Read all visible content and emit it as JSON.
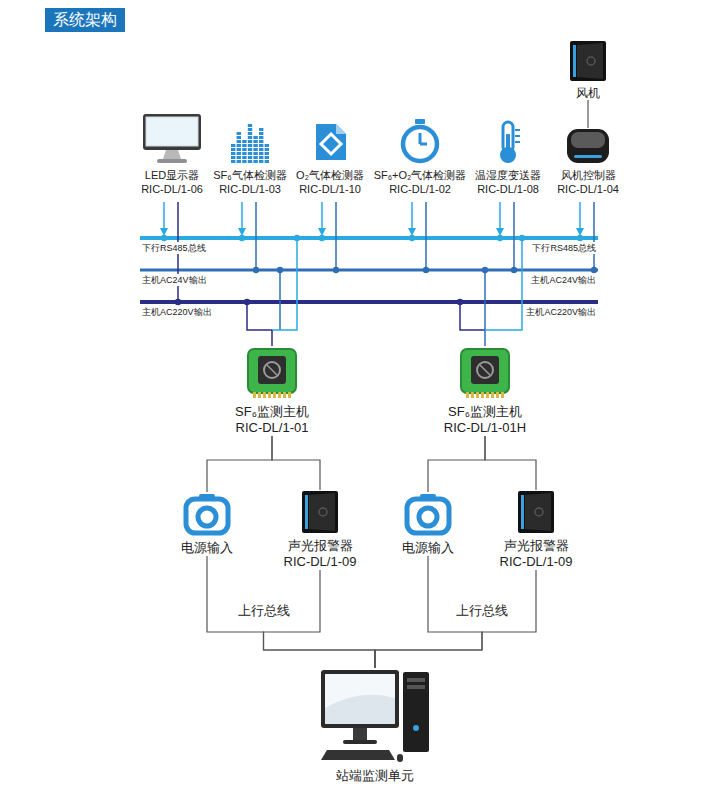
{
  "diagram": {
    "title": "系统架构",
    "nodes": [
      {
        "text": [
          "风机"
        ]
      },
      {
        "text": [
          "LED显示器 RIC-DL/1-06"
        ]
      },
      {
        "text": [
          "SF₆气体检测器 RIC-DL/1-03"
        ]
      },
      {
        "text": [
          "O₂气体检测器 RIC-DL/1-10"
        ]
      },
      {
        "text": [
          "SF₆+O₂气体检测器 RIC-DL/1-02"
        ]
      },
      {
        "text": [
          "温湿度变送器 RIC-DL/1-08"
        ]
      },
      {
        "text": [
          "风机控制器 RIC-DL/1-04"
        ]
      },
      {
        "text": [
          "SF₆监测主机 RIC-DL/1-01"
        ]
      },
      {
        "text": [
          "SF₆监测主机 RIC-DL/1-01H"
        ]
      },
      {
        "text": [
          "电源输入"
        ]
      },
      {
        "text": [
          "声光报警器 RIC-DL/1-09"
        ]
      },
      {
        "text": [
          "电源输入"
        ]
      },
      {
        "text": [
          "声光报警器 RIC-DL/1-09"
        ]
      },
      {
        "text": [
          "站端监测单元"
        ]
      }
    ],
    "edges": [
      {
        "from": 0,
        "to": 6,
        "arrow": "none"
      },
      {
        "from": 7,
        "to": 9,
        "arrow": "none"
      },
      {
        "from": 7,
        "to": 10,
        "arrow": "none"
      },
      {
        "from": 8,
        "to": 11,
        "arrow": "none"
      },
      {
        "from": 8,
        "to": 12,
        "arrow": "none"
      },
      {
        "from": 9,
        "to": 13,
        "arrow": "none"
      },
      {
        "from": 10,
        "to": 13,
        "arrow": "none"
      },
      {
        "from": 11,
        "to": 13,
        "arrow": "none"
      },
      {
        "from": 12,
        "to": 13,
        "arrow": "none"
      }
    ],
    "labels": [
      "下行RS485总线",
      "下行RS485总线",
      "主机AC24V输出",
      "主机AC24V输出",
      "主机AC220V输出",
      "主机AC220V输出",
      "上行总线",
      "上行总线"
    ]
  }
}
